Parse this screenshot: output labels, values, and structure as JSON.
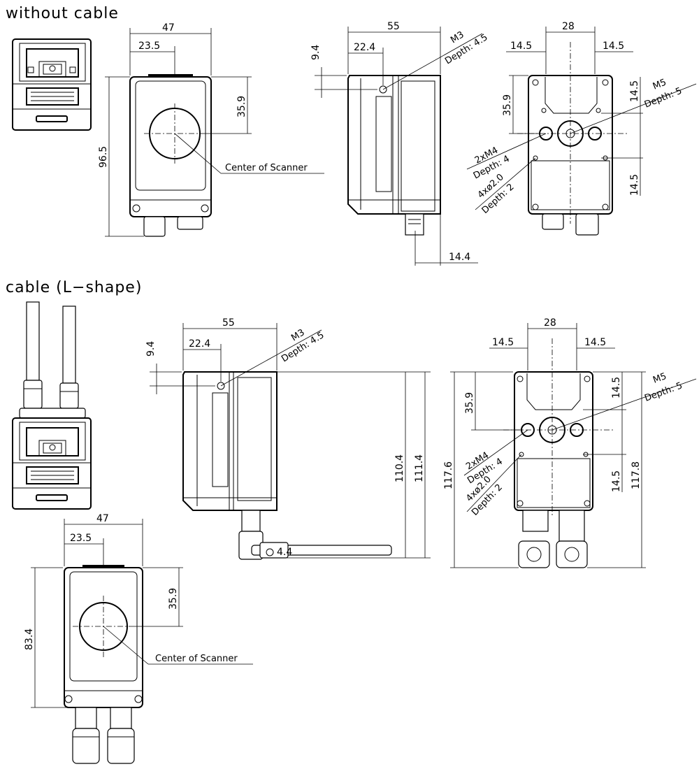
{
  "headings": {
    "without_cable": "without cable",
    "cable_l_shape": "cable (L−shape)"
  },
  "dimensions": {
    "w47": "47",
    "w23_5": "23.5",
    "h96_5": "96.5",
    "h35_9": "35.9",
    "w55": "55",
    "w22_4": "22.4",
    "h9_4": "9.4",
    "w14_4": "14.4",
    "w28": "28",
    "w14_5": "14.5",
    "h110_4": "110.4",
    "h111_4": "111.4",
    "h117_6": "117.6",
    "h117_8": "117.8",
    "h83_4": "83.4",
    "w4_4": "4.4"
  },
  "notes": {
    "center_of_scanner": "Center of Scanner",
    "m3": "M3",
    "depth_4_5": "Depth: 4.5",
    "m5": "M5",
    "depth_5": "Depth: 5",
    "m4": "2xM4",
    "depth_4": "Depth: 4",
    "phi2": "4xø2.0",
    "depth_2": "Depth: 2"
  }
}
